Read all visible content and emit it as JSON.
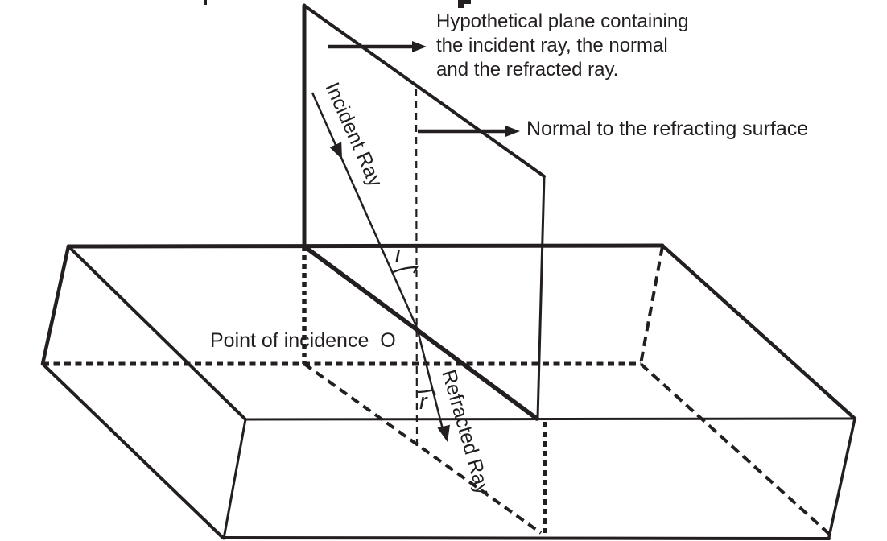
{
  "diagram": {
    "description": "Refraction of light through a rectangular glass slab",
    "plane_caption": {
      "lines": [
        "Hypothetical plane containing",
        "the incident ray, the normal",
        "and the refracted ray."
      ]
    },
    "normal_caption": "Normal to the refracting surface",
    "incident_ray_label": "Incident Ray",
    "refracted_ray_label": "Refracted Ray",
    "point_of_incidence_label": "Point of incidence  O",
    "angle_of_incidence": "i",
    "angle_of_refraction": "r",
    "colors": {
      "ink": "#231f20",
      "background": "#ffffff"
    }
  }
}
